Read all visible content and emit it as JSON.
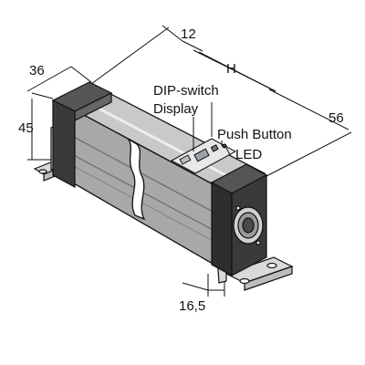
{
  "dimensions": {
    "top_depth": "12",
    "height_h": "H",
    "width_36": "36",
    "height_45": "45",
    "length_56": "56",
    "foot_16_5": "16,5"
  },
  "callouts": {
    "dip_switch": "DIP-switch",
    "display": "Display",
    "push_button": "Push Button",
    "led": "LED"
  },
  "colors": {
    "body_top": "#c9c9c9",
    "body_side": "#a8a8a8",
    "end_cap": "#3a3a3a",
    "bracket": "#d9d9d9",
    "line": "#111111"
  }
}
